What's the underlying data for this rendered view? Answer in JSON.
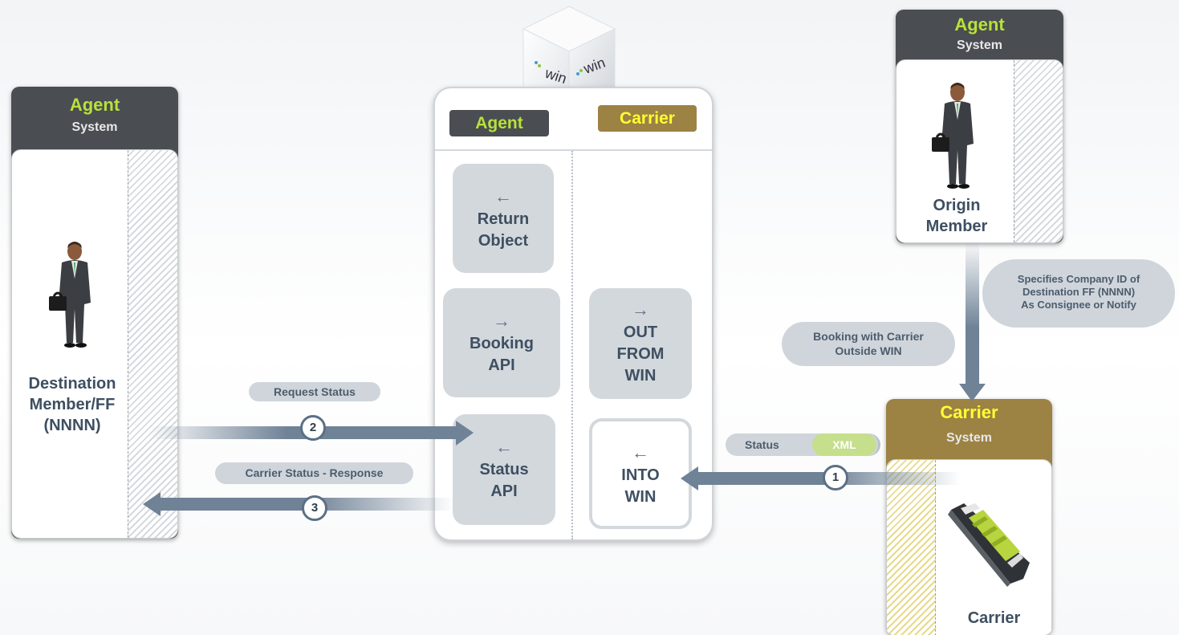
{
  "agent_left": {
    "title": "Agent",
    "subtitle": "System",
    "label_lines": [
      "Destination",
      "Member/FF",
      "(NNNN)"
    ]
  },
  "agent_right": {
    "title": "Agent",
    "subtitle": "System",
    "label_lines": [
      "Origin",
      "Member"
    ]
  },
  "carrier_box": {
    "title": "Carrier",
    "subtitle": "System",
    "label": "Carrier"
  },
  "cube": {
    "logo_text": "win"
  },
  "center_panel": {
    "agent_header": "Agent",
    "carrier_header": "Carrier",
    "tiles": {
      "return_object": [
        "Return",
        "Object"
      ],
      "booking_api": [
        "Booking",
        "API"
      ],
      "status_api": [
        "Status",
        "API"
      ],
      "out_from_win": [
        "OUT",
        "FROM",
        "WIN"
      ],
      "into_win": [
        "INTO",
        "WIN"
      ]
    }
  },
  "labels": {
    "request_status": "Request Status",
    "carrier_status_response": "Carrier Status - Response",
    "booking_outside_win": [
      "Booking with Carrier",
      "Outside WIN"
    ],
    "specifies_company": [
      "Specifies Company ID of",
      "Destination FF (NNNN)",
      "As Consignee or Notify"
    ],
    "status": "Status",
    "xml": "XML"
  },
  "steps": [
    "1",
    "2",
    "3"
  ],
  "colors": {
    "agent_header": "#4a4d51",
    "agent_title": "#b7e23a",
    "carrier_header": "#9c8243",
    "carrier_title": "#ffff33",
    "arrow": "#6f8296",
    "label_text": "#3e4f61"
  }
}
